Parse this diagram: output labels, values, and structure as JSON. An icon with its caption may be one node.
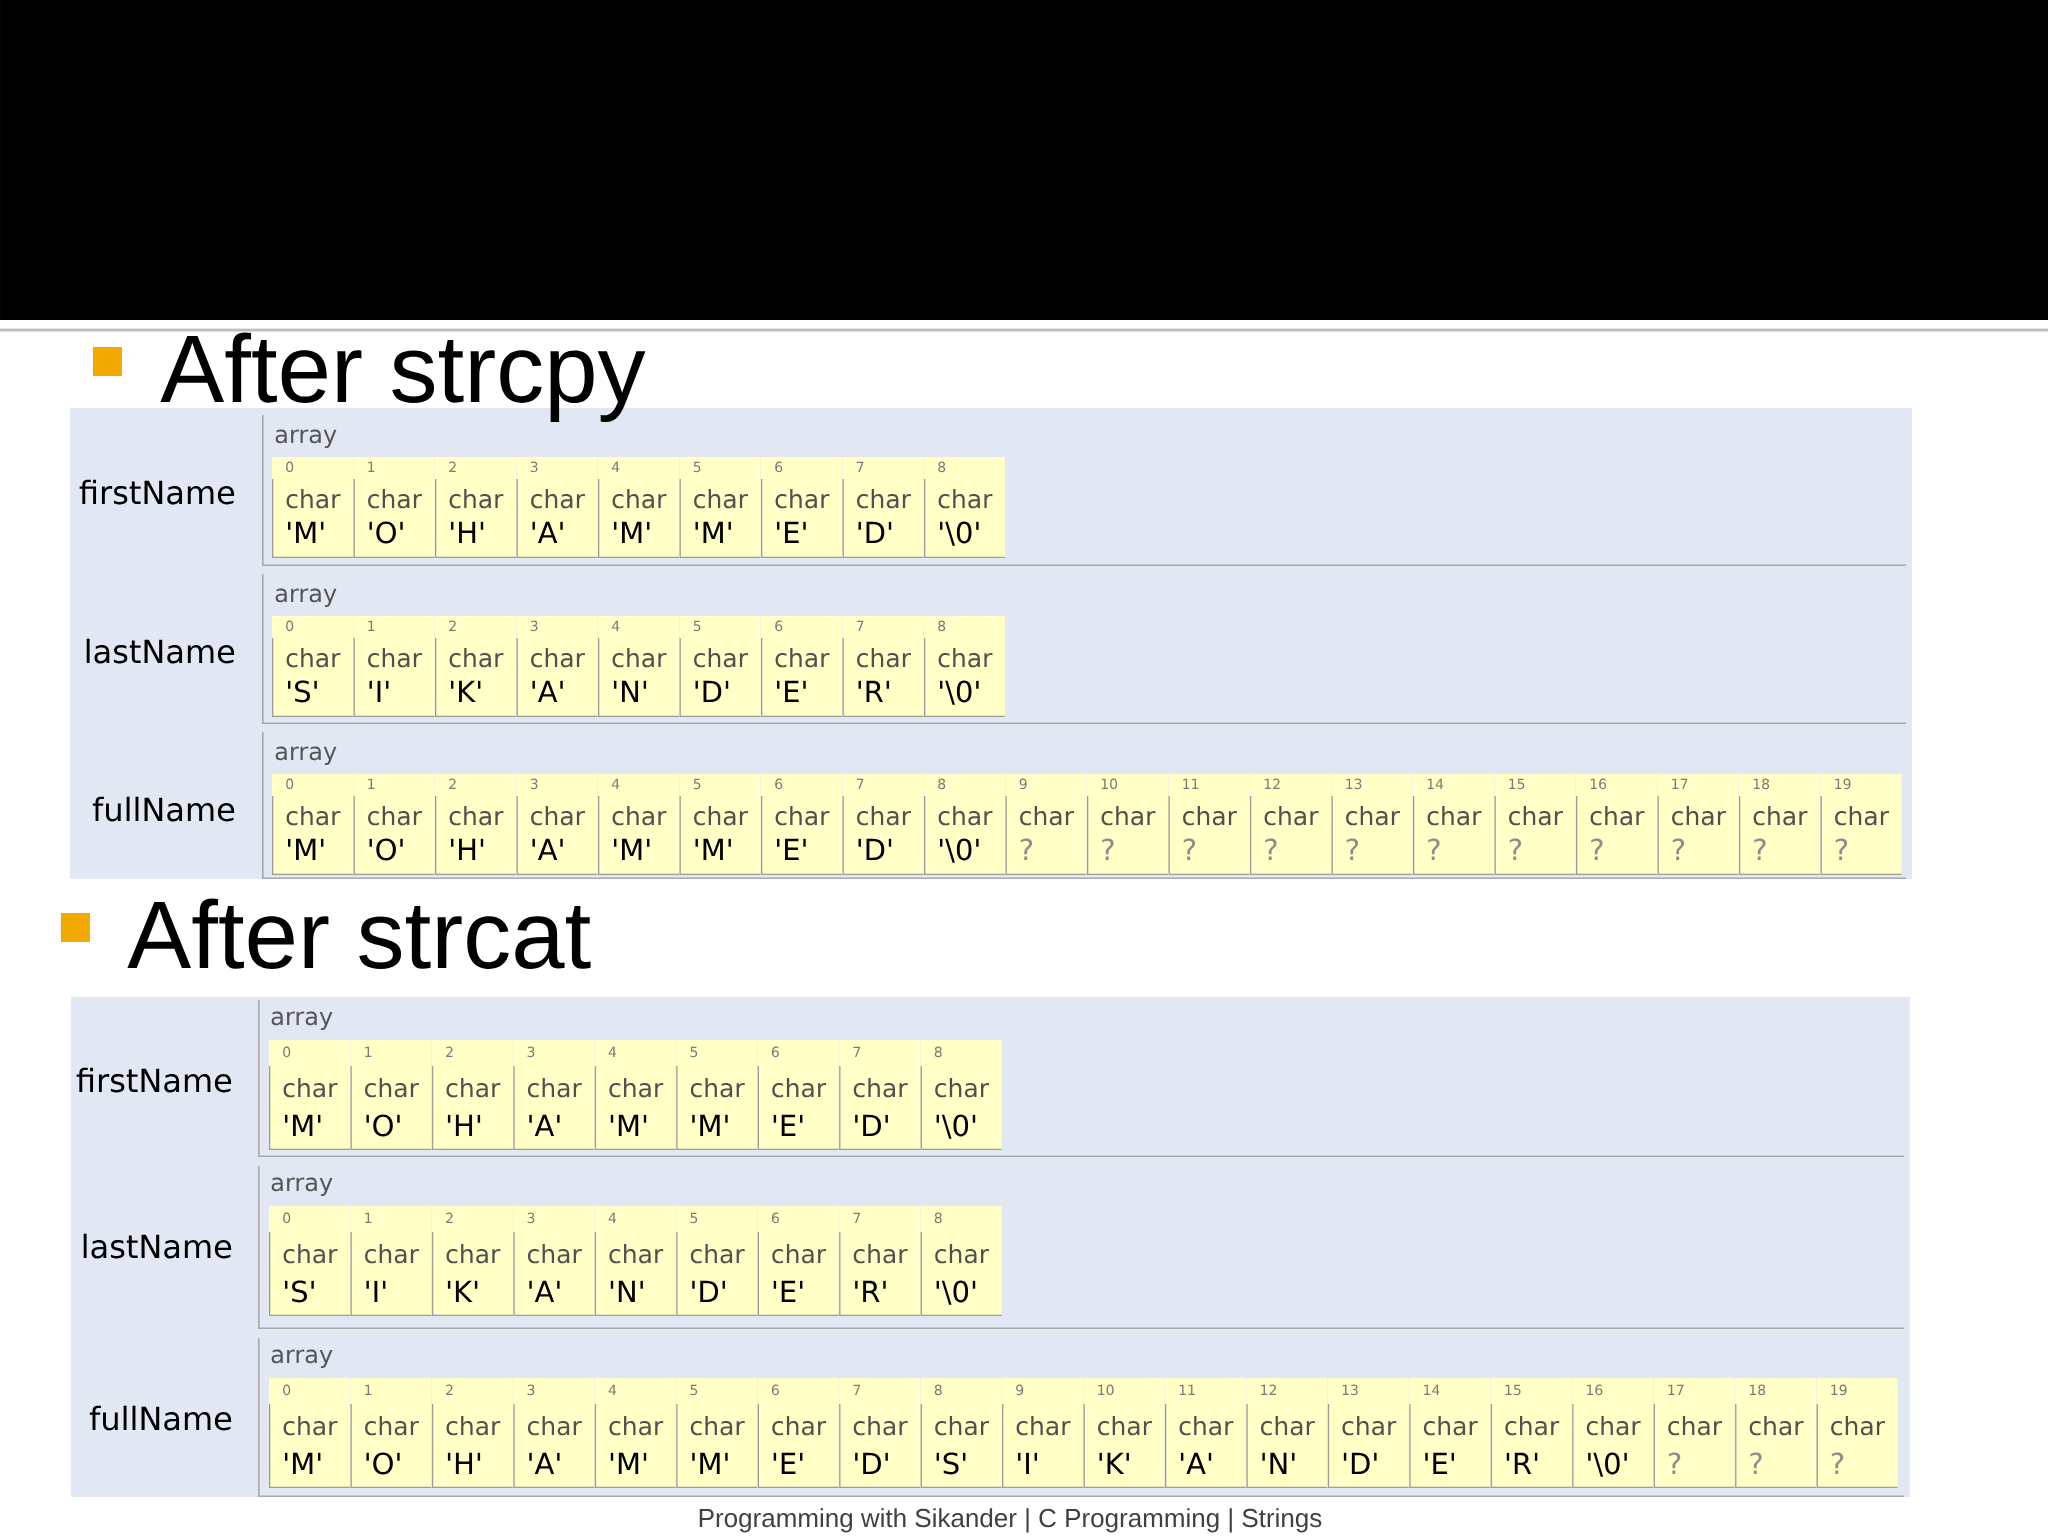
{
  "diagram": {
    "nodes": [
      {
        "text": [],
        "shape": "box"
      },
      {
        "text": [
          "array"
        ],
        "beside": [
          "firstName"
        ],
        "in": 0
      },
      {
        "text": [
          "0",
          "char",
          "'M'"
        ],
        "in": 1
      },
      {
        "text": [
          "1",
          "char",
          "'O'"
        ],
        "in": 1
      },
      {
        "text": [
          "2",
          "char",
          "'H'"
        ],
        "in": 1
      },
      {
        "text": [
          "3",
          "char",
          "'A'"
        ],
        "in": 1
      },
      {
        "text": [
          "4",
          "char",
          "'M'"
        ],
        "in": 1
      },
      {
        "text": [
          "5",
          "char",
          "'M'"
        ],
        "in": 1
      },
      {
        "text": [
          "6",
          "char",
          "'E'"
        ],
        "in": 1
      },
      {
        "text": [
          "7",
          "char",
          "'D'"
        ],
        "in": 1
      },
      {
        "text": [
          "8",
          "char",
          "'\\0'"
        ],
        "in": 1
      },
      {
        "text": [
          "array"
        ],
        "beside": [
          "lastName"
        ],
        "in": 0
      },
      {
        "text": [
          "0",
          "char",
          "'S'"
        ],
        "in": 11
      },
      {
        "text": [
          "1",
          "char",
          "'I'"
        ],
        "in": 11
      },
      {
        "text": [
          "2",
          "char",
          "'K'"
        ],
        "in": 11
      },
      {
        "text": [
          "3",
          "char",
          "'A'"
        ],
        "in": 11
      },
      {
        "text": [
          "4",
          "char",
          "'N'"
        ],
        "in": 11
      },
      {
        "text": [
          "5",
          "char",
          "'D'"
        ],
        "in": 11
      },
      {
        "text": [
          "6",
          "char",
          "'E'"
        ],
        "in": 11
      },
      {
        "text": [
          "7",
          "char",
          "'R'"
        ],
        "in": 11
      },
      {
        "text": [
          "8",
          "char",
          "'\\0'"
        ],
        "in": 11
      },
      {
        "text": [
          "array"
        ],
        "beside": [
          "fullName"
        ],
        "in": 0
      },
      {
        "text": [
          "0",
          "char",
          "'M'"
        ],
        "in": 21
      },
      {
        "text": [
          "1",
          "char",
          "'O'"
        ],
        "in": 21
      },
      {
        "text": [
          "2",
          "char",
          "'H'"
        ],
        "in": 21
      },
      {
        "text": [
          "3",
          "char",
          "'A'"
        ],
        "in": 21
      },
      {
        "text": [
          "4",
          "char",
          "'M'"
        ],
        "in": 21
      },
      {
        "text": [
          "5",
          "char",
          "'M'"
        ],
        "in": 21
      },
      {
        "text": [
          "6",
          "char",
          "'E'"
        ],
        "in": 21
      },
      {
        "text": [
          "7",
          "char",
          "'D'"
        ],
        "in": 21
      },
      {
        "text": [
          "8",
          "char",
          "'\\0'"
        ],
        "in": 21
      },
      {
        "text": [
          "9",
          "char",
          "?"
        ],
        "in": 21
      },
      {
        "text": [
          "10",
          "char",
          "?"
        ],
        "in": 21
      },
      {
        "text": [
          "11",
          "char",
          "?"
        ],
        "in": 21
      },
      {
        "text": [
          "12",
          "char",
          "?"
        ],
        "in": 21
      },
      {
        "text": [
          "13",
          "char",
          "?"
        ],
        "in": 21
      },
      {
        "text": [
          "14",
          "char",
          "?"
        ],
        "in": 21
      },
      {
        "text": [
          "15",
          "char",
          "?"
        ],
        "in": 21
      },
      {
        "text": [
          "16",
          "char",
          "?"
        ],
        "in": 21
      },
      {
        "text": [
          "17",
          "char",
          "?"
        ],
        "in": 21
      },
      {
        "text": [
          "18",
          "char",
          "?"
        ],
        "in": 21
      },
      {
        "text": [
          "19",
          "char",
          "?"
        ],
        "in": 21
      },
      {
        "text": [],
        "shape": "box"
      },
      {
        "text": [
          "array"
        ],
        "beside": [
          "firstName"
        ],
        "in": 42
      },
      {
        "text": [
          "0",
          "char",
          "'M'"
        ],
        "in": 43
      },
      {
        "text": [
          "1",
          "char",
          "'O'"
        ],
        "in": 43
      },
      {
        "text": [
          "2",
          "char",
          "'H'"
        ],
        "in": 43
      },
      {
        "text": [
          "3",
          "char",
          "'A'"
        ],
        "in": 43
      },
      {
        "text": [
          "4",
          "char",
          "'M'"
        ],
        "in": 43
      },
      {
        "text": [
          "5",
          "char",
          "'M'"
        ],
        "in": 43
      },
      {
        "text": [
          "6",
          "char",
          "'E'"
        ],
        "in": 43
      },
      {
        "text": [
          "7",
          "char",
          "'D'"
        ],
        "in": 43
      },
      {
        "text": [
          "8",
          "char",
          "'\\0'"
        ],
        "in": 43
      },
      {
        "text": [
          "array"
        ],
        "beside": [
          "lastName"
        ],
        "in": 42
      },
      {
        "text": [
          "0",
          "char",
          "'S'"
        ],
        "in": 53
      },
      {
        "text": [
          "1",
          "char",
          "'I'"
        ],
        "in": 53
      },
      {
        "text": [
          "2",
          "char",
          "'K'"
        ],
        "in": 53
      },
      {
        "text": [
          "3",
          "char",
          "'A'"
        ],
        "in": 53
      },
      {
        "text": [
          "4",
          "char",
          "'N'"
        ],
        "in": 53
      },
      {
        "text": [
          "5",
          "char",
          "'D'"
        ],
        "in": 53
      },
      {
        "text": [
          "6",
          "char",
          "'E'"
        ],
        "in": 53
      },
      {
        "text": [
          "7",
          "char",
          "'R'"
        ],
        "in": 53
      },
      {
        "text": [
          "8",
          "char",
          "'\\0'"
        ],
        "in": 53
      },
      {
        "text": [
          "array"
        ],
        "beside": [
          "fullName"
        ],
        "in": 42
      },
      {
        "text": [
          "0",
          "char",
          "'M'"
        ],
        "in": 63
      },
      {
        "text": [
          "1",
          "char",
          "'O'"
        ],
        "in": 63
      },
      {
        "text": [
          "2",
          "char",
          "'H'"
        ],
        "in": 63
      },
      {
        "text": [
          "3",
          "char",
          "'A'"
        ],
        "in": 63
      },
      {
        "text": [
          "4",
          "char",
          "'M'"
        ],
        "in": 63
      },
      {
        "text": [
          "5",
          "char",
          "'M'"
        ],
        "in": 63
      },
      {
        "text": [
          "6",
          "char",
          "'E'"
        ],
        "in": 63
      },
      {
        "text": [
          "7",
          "char",
          "'D'"
        ],
        "in": 63
      },
      {
        "text": [
          "8",
          "char",
          "'S'"
        ],
        "in": 63
      },
      {
        "text": [
          "9",
          "char",
          "'I'"
        ],
        "in": 63
      },
      {
        "text": [
          "10",
          "char",
          "'K'"
        ],
        "in": 63
      },
      {
        "text": [
          "11",
          "char",
          "'A'"
        ],
        "in": 63
      },
      {
        "text": [
          "12",
          "char",
          "'N'"
        ],
        "in": 63
      },
      {
        "text": [
          "13",
          "char",
          "'D'"
        ],
        "in": 63
      },
      {
        "text": [
          "14",
          "char",
          "'E'"
        ],
        "in": 63
      },
      {
        "text": [
          "15",
          "char",
          "'R'"
        ],
        "in": 63
      },
      {
        "text": [
          "16",
          "char",
          "'\\0'"
        ],
        "in": 63
      },
      {
        "text": [
          "17",
          "char",
          "?"
        ],
        "in": 63
      },
      {
        "text": [
          "18",
          "char",
          "?"
        ],
        "in": 63
      },
      {
        "text": [
          "19",
          "char",
          "?"
        ],
        "in": 63
      }
    ],
    "labels": [
      "After strcpy",
      "After strcat",
      "Programming with Sikander | C Programming | Strings"
    ]
  }
}
